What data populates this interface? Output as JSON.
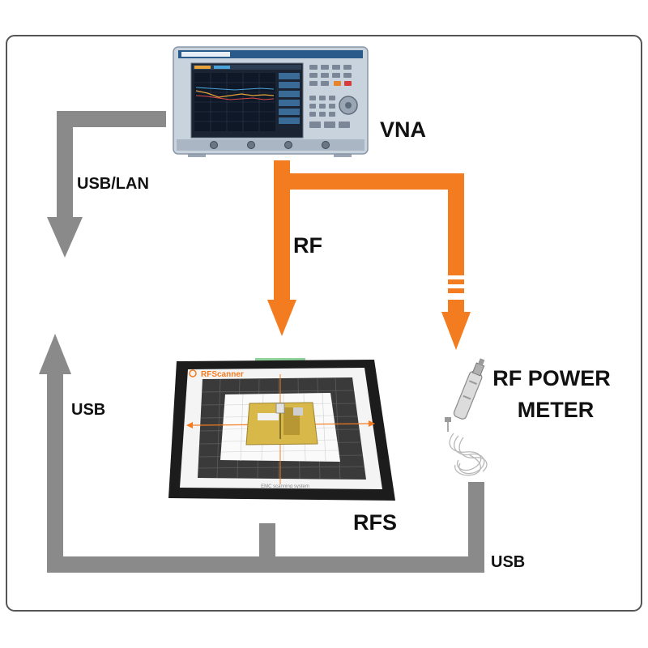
{
  "labels": {
    "vna": "VNA",
    "rf": "RF",
    "usb_lan": "USB/LAN",
    "usb_left": "USB",
    "usb_bottom": "USB",
    "power_meter_line1": "RF POWER",
    "power_meter_line2": "METER",
    "rfs": "RFS"
  },
  "scanner": {
    "brand": "RFScanner",
    "footer_text": "EMC scanning system"
  },
  "colors": {
    "frame_border": "#555555",
    "gray_path": "#8a8a8a",
    "rf_orange": "#f47c20",
    "vna_body": "#c9d3de",
    "vna_screen": "#1a2433",
    "scanner_frame": "#1c1c1c",
    "scanner_grid": "#3a3a3a",
    "dut_board": "#d9b84a"
  },
  "icons": {
    "vna": "network-analyzer-icon",
    "scanner": "rf-scanner-icon",
    "power_meter": "power-sensor-icon"
  }
}
